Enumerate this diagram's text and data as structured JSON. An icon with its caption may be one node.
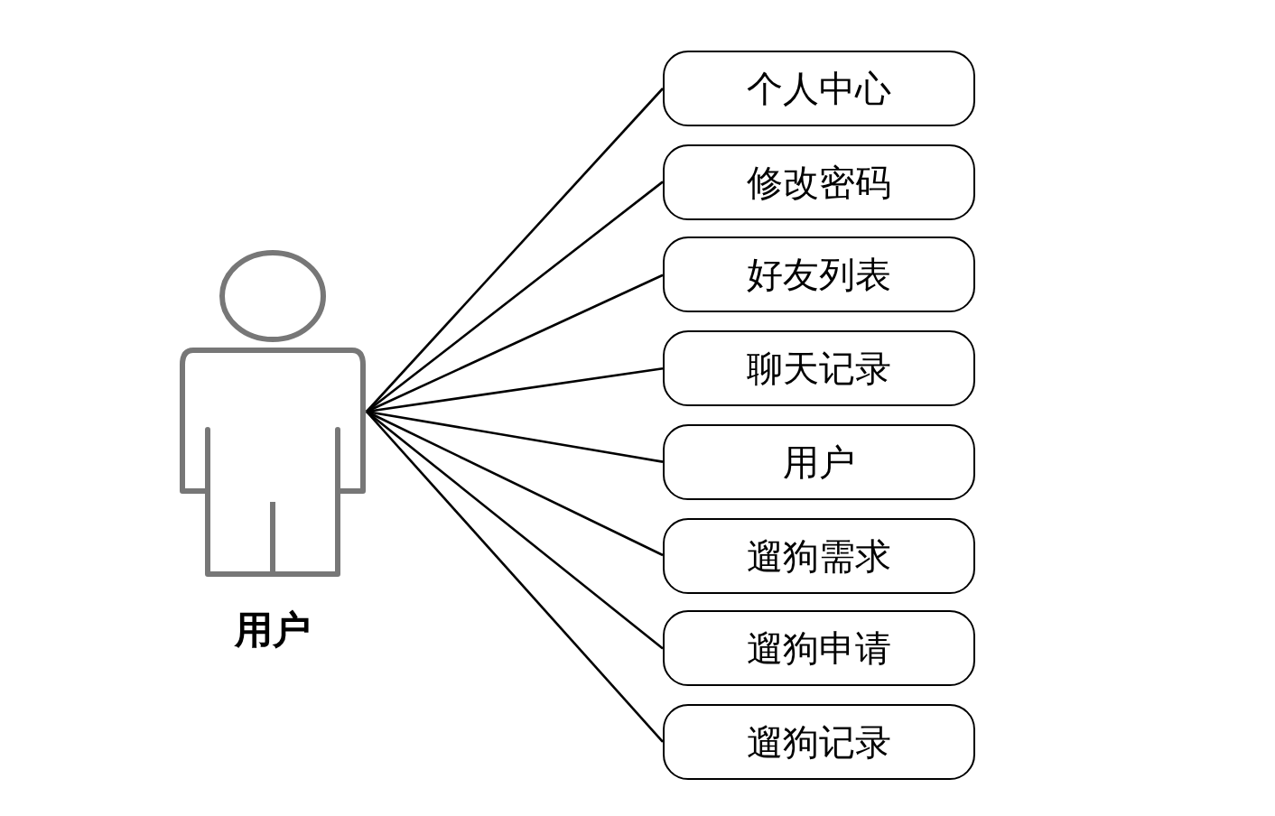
{
  "diagram": {
    "nodes": [
      {
        "text": [
          "用户"
        ]
      },
      {
        "text": [
          "个人中心"
        ]
      },
      {
        "text": [
          "修改密码"
        ]
      },
      {
        "text": [
          "好友列表"
        ]
      },
      {
        "text": [
          "聊天记录"
        ]
      },
      {
        "text": [
          "用户"
        ]
      },
      {
        "text": [
          "遛狗需求"
        ]
      },
      {
        "text": [
          "遛狗申请"
        ]
      },
      {
        "text": [
          "遛狗记录"
        ]
      }
    ],
    "edges": [
      {
        "from": 0,
        "to": 1,
        "arrow": "none"
      },
      {
        "from": 0,
        "to": 2,
        "arrow": "none"
      },
      {
        "from": 0,
        "to": 3,
        "arrow": "none"
      },
      {
        "from": 0,
        "to": 4,
        "arrow": "none"
      },
      {
        "from": 0,
        "to": 5,
        "arrow": "none"
      },
      {
        "from": 0,
        "to": 6,
        "arrow": "none"
      },
      {
        "from": 0,
        "to": 7,
        "arrow": "none"
      },
      {
        "from": 0,
        "to": 8,
        "arrow": "none"
      }
    ]
  }
}
